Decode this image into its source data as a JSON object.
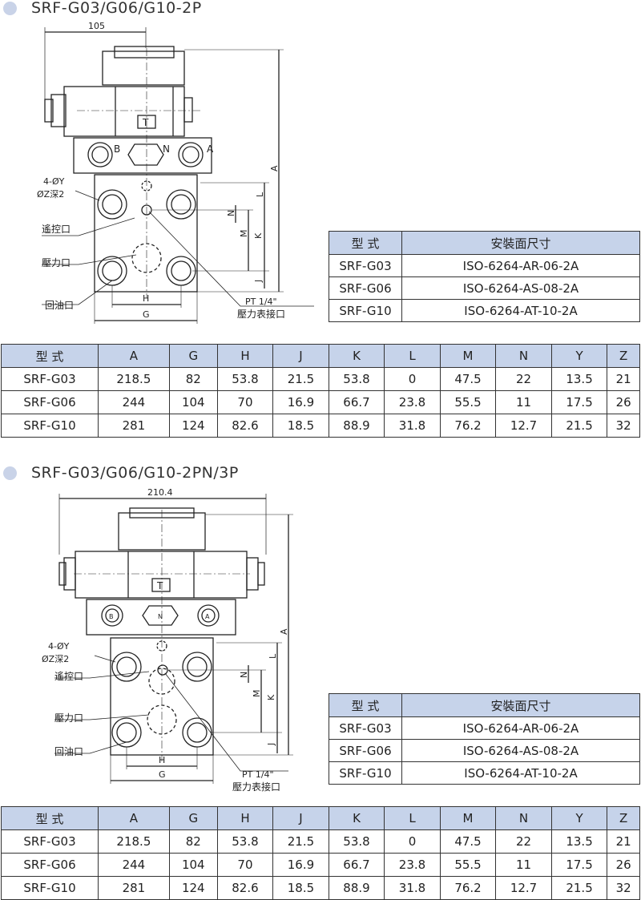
{
  "sections": [
    {
      "title": "SRF-G03/G06/G10-2P",
      "drawing": {
        "width_label": "105",
        "labels": {
          "holes": "4-ØY",
          "depth": "ØZ深2",
          "pilot_port": "遙控口",
          "pressure_port": "壓力口",
          "return_port": "回油口",
          "pt": "PT  1/4\"",
          "gauge_port": "壓力表接口",
          "dim_a": "A",
          "dim_l": "L",
          "dim_n": "N",
          "dim_m": "M",
          "dim_k": "K",
          "dim_j": "J",
          "dim_h": "H",
          "dim_g": "G",
          "port_b": "B",
          "port_n": "N",
          "port_a": "A",
          "tag_t": "T"
        }
      },
      "mount_table": {
        "headers": [
          "型 式",
          "安裝面尺寸"
        ],
        "rows": [
          [
            "SRF-G03",
            "ISO-6264-AR-06-2A"
          ],
          [
            "SRF-G06",
            "ISO-6264-AS-08-2A"
          ],
          [
            "SRF-G10",
            "ISO-6264-AT-10-2A"
          ]
        ]
      },
      "dim_table": {
        "headers": [
          "型 式",
          "A",
          "G",
          "H",
          "J",
          "K",
          "L",
          "M",
          "N",
          "Y",
          "Z"
        ],
        "rows": [
          [
            "SRF-G03",
            "218.5",
            "82",
            "53.8",
            "21.5",
            "53.8",
            "0",
            "47.5",
            "22",
            "13.5",
            "21"
          ],
          [
            "SRF-G06",
            "244",
            "104",
            "70",
            "16.9",
            "66.7",
            "23.8",
            "55.5",
            "11",
            "17.5",
            "26"
          ],
          [
            "SRF-G10",
            "281",
            "124",
            "82.6",
            "18.5",
            "88.9",
            "31.8",
            "76.2",
            "12.7",
            "21.5",
            "32"
          ]
        ]
      }
    },
    {
      "title": "SRF-G03/G06/G10-2PN/3P",
      "drawing": {
        "width_label": "210.4",
        "labels": {
          "holes": "4-ØY",
          "depth": "ØZ深2",
          "pilot_port": "遙控口",
          "pressure_port": "壓力口",
          "return_port": "回油口",
          "pt": "PT 1/4\"",
          "gauge_port": "壓力表接口",
          "dim_a": "A",
          "dim_l": "L",
          "dim_n": "N",
          "dim_m": "M",
          "dim_k": "K",
          "dim_j": "J",
          "dim_h": "H",
          "dim_g": "G",
          "port_b": "B",
          "port_n": "N",
          "port_a": "A",
          "tag_t": "T"
        }
      },
      "mount_table": {
        "headers": [
          "型 式",
          "安裝面尺寸"
        ],
        "rows": [
          [
            "SRF-G03",
            "ISO-6264-AR-06-2A"
          ],
          [
            "SRF-G06",
            "ISO-6264-AS-08-2A"
          ],
          [
            "SRF-G10",
            "ISO-6264-AT-10-2A"
          ]
        ]
      },
      "dim_table": {
        "headers": [
          "型 式",
          "A",
          "G",
          "H",
          "J",
          "K",
          "L",
          "M",
          "N",
          "Y",
          "Z"
        ],
        "rows": [
          [
            "SRF-G03",
            "218.5",
            "82",
            "53.8",
            "21.5",
            "53.8",
            "0",
            "47.5",
            "22",
            "13.5",
            "21"
          ],
          [
            "SRF-G06",
            "244",
            "104",
            "70",
            "16.9",
            "66.7",
            "23.8",
            "55.5",
            "11",
            "17.5",
            "26"
          ],
          [
            "SRF-G10",
            "281",
            "124",
            "82.6",
            "18.5",
            "88.9",
            "31.8",
            "76.2",
            "12.7",
            "21.5",
            "32"
          ]
        ]
      }
    }
  ],
  "colors": {
    "header_fill": "#c6d3ea",
    "bullet": "#c9d3e8",
    "line": "#222222"
  }
}
